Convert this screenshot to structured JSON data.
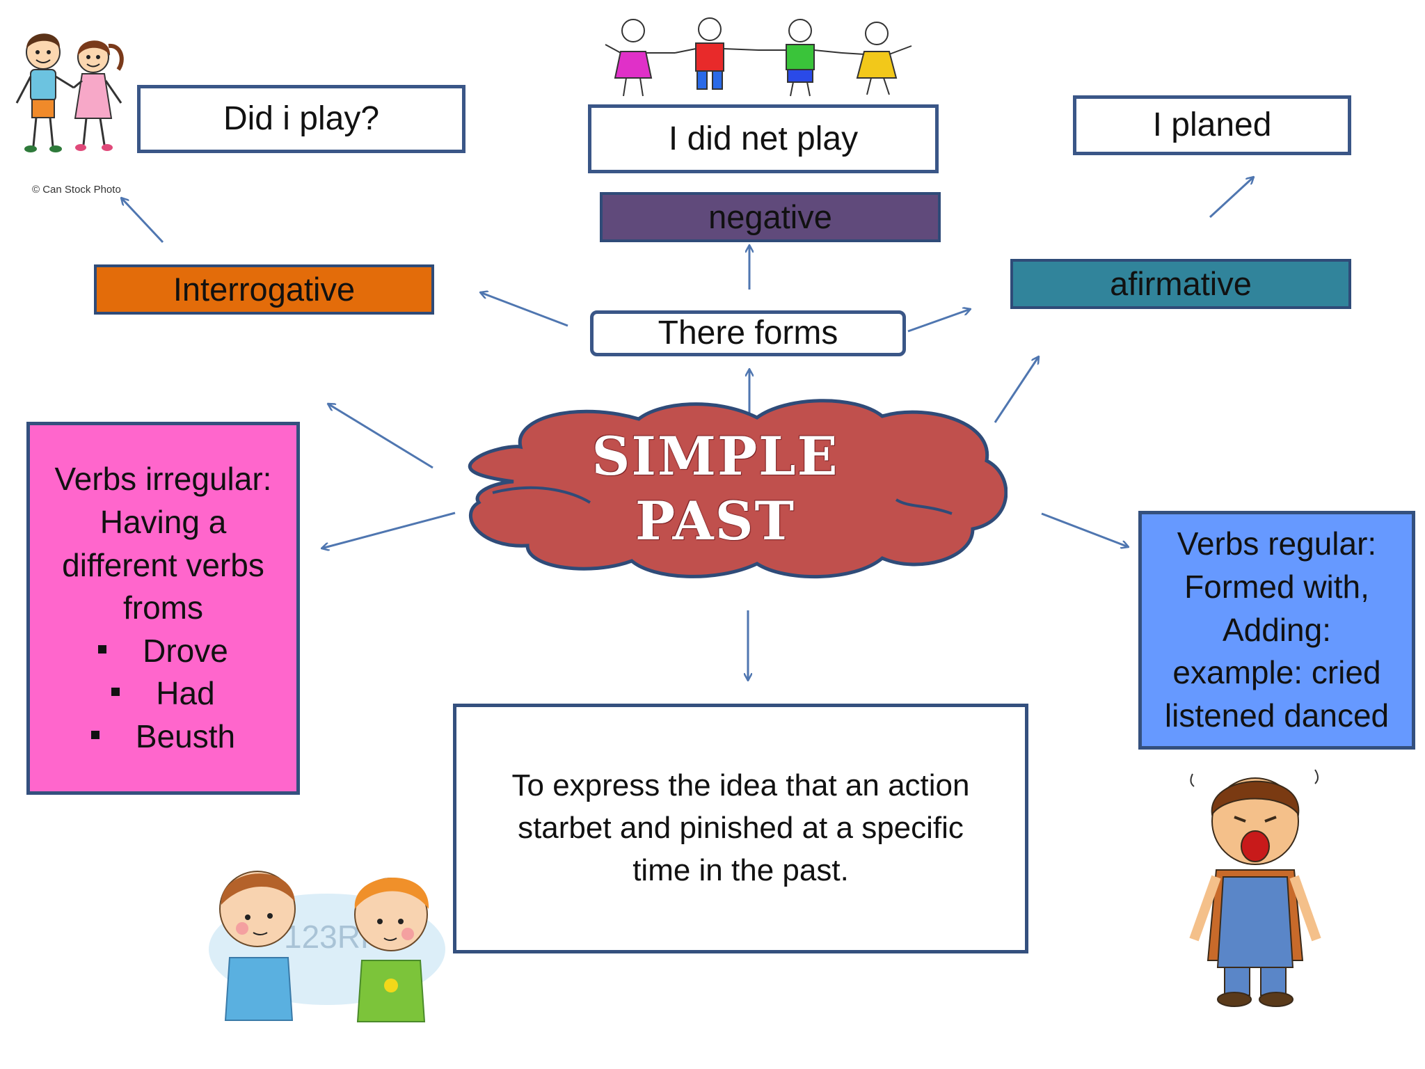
{
  "center": {
    "title_line1": "SIMPLE",
    "title_line2": "PAST",
    "color": "#c0504d"
  },
  "forms": {
    "label": "There forms"
  },
  "interrogative": {
    "label": "Interrogative",
    "color": "#e36c0a",
    "example": "Did i play?"
  },
  "negative": {
    "label": "negative",
    "color": "#604a7b",
    "example": "I did net play"
  },
  "affirmative": {
    "label": "afirmative",
    "color": "#31849b",
    "example": "I planed"
  },
  "irregular": {
    "color": "#ff66cc",
    "lines": [
      "Verbs irregular:",
      "Having a",
      "different verbs",
      "froms"
    ],
    "bullets": [
      "Drove",
      "Had",
      "Beusth"
    ]
  },
  "regular": {
    "color": "#6699ff",
    "lines": [
      "Verbs regular:",
      "Formed with,",
      "Adding:",
      "example: cried",
      "listened danced"
    ]
  },
  "usage": {
    "lines": [
      "To express the idea that an action",
      "starbet and pinished at a specific",
      "time in the past."
    ]
  },
  "credits": {
    "kids_topleft": "© Can Stock Photo",
    "kids_bottom": "123RF"
  },
  "icons": {
    "top_left": "boy-girl-holding-hands-icon",
    "top_center": "four-kids-holding-hands-icon",
    "bottom_left": "two-boys-talking-icon",
    "bottom_right": "crying-boy-icon"
  }
}
